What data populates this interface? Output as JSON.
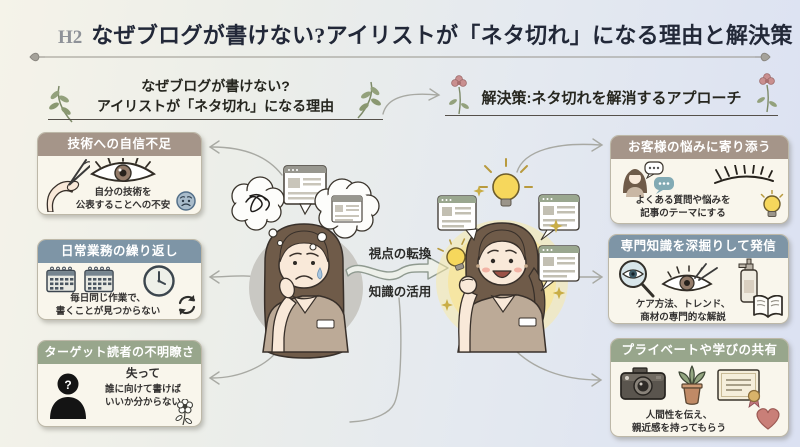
{
  "page": {
    "heading_tag": "H2",
    "title": "なぜブログが書けない?アイリストが「ネタ切れ」になる理由と解決策"
  },
  "left_section": {
    "heading_line1": "なぜブログが書けない?",
    "heading_line2": "アイリストが「ネタ切れ」になる理由",
    "boxes": [
      {
        "title": "技術への自信不足",
        "header_color": "#a59589",
        "line1": "自分の技術を",
        "line2": "公表することへの不安",
        "icons": [
          "hand-tweezers-icon",
          "eye-icon",
          "sad-face-icon"
        ]
      },
      {
        "title": "日常業務の繰り返し",
        "header_color": "#7e95a6",
        "line1": "毎日同じ作業で、",
        "line2": "書くことが見つからない",
        "icons": [
          "calendar-icon",
          "calendar-icon",
          "clock-icon",
          "refresh-icon"
        ]
      },
      {
        "title": "ターゲット読者の不明瞭さ",
        "header_color": "#98a68c",
        "emphasis": "失って",
        "line1": "誰に向けて書けば",
        "line2": "いいか分からない",
        "silhouette_glyph": "?",
        "icons": [
          "person-silhouette-icon",
          "flower-icon"
        ]
      }
    ]
  },
  "right_section": {
    "heading": "解決策:ネタ切れを解消するアプローチ",
    "boxes": [
      {
        "title": "お客様の悩みに寄り添う",
        "header_color": "#a59589",
        "line1": "よくある質問や悩みを",
        "line2": "記事のテーマにする",
        "icons": [
          "client-chat-icon",
          "eyelash-icon",
          "lightbulb-icon"
        ]
      },
      {
        "title": "専門知識を深掘りして発信",
        "header_color": "#7e95a6",
        "line1": "ケア方法、トレンド、",
        "line2": "商材の専門的な解説",
        "icons": [
          "magnifier-eye-icon",
          "eye-tweezers-icon",
          "bottle-icon",
          "book-icon"
        ]
      },
      {
        "title": "プライベートや学びの共有",
        "header_color": "#98a68c",
        "line1": "人間性を伝え、",
        "line2": "親近感を持ってもらう",
        "icons": [
          "camera-icon",
          "plant-icon",
          "certificate-icon",
          "heart-icon"
        ]
      }
    ]
  },
  "center": {
    "perspective_label": "視点の転換",
    "knowledge_label": "知識の活用"
  },
  "palette": {
    "taupe_header": "#a59589",
    "bluegray_header": "#7e95a6",
    "sage_header": "#98a68c",
    "box_background": "#f9f6ec",
    "highlight_yellow": "#f7e59c",
    "thought_gray": "#c9c8c3",
    "title_color": "#222838",
    "flower_pink": "#c98f8f",
    "leaf_green": "#93a17c"
  }
}
